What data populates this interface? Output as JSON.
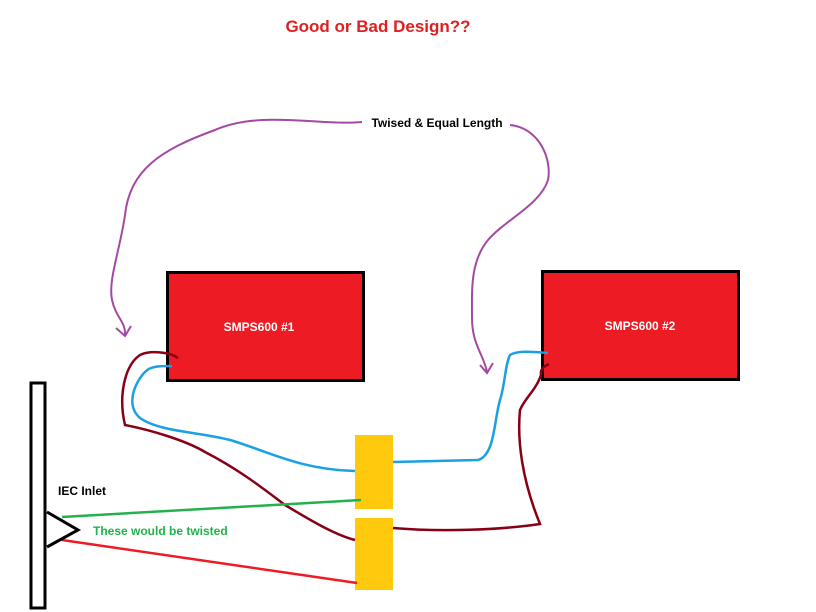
{
  "title": "Good or Bad Design??",
  "annotations": {
    "twisted_equal": "Twised & Equal Length",
    "iec_inlet": "IEC Inlet",
    "twisted_note": "These would be twisted"
  },
  "psu_1": {
    "label": "SMPS600 #1"
  },
  "psu_2": {
    "label": "SMPS600 #2"
  },
  "colors": {
    "title": "#e02020",
    "psu_fill": "#ed1c24",
    "block_fill": "#ffc90e",
    "purple": "#a349a4",
    "blue": "#1ba1e2",
    "darkred": "#880015",
    "green": "#22b14c",
    "red": "#ed1c24",
    "text": "#000000"
  }
}
